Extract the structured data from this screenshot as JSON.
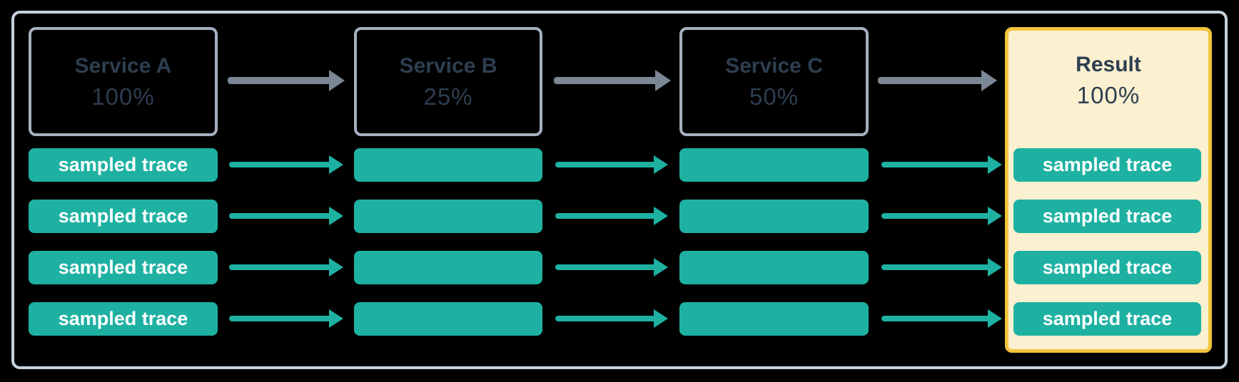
{
  "columns": [
    {
      "title": "Service A",
      "percent": "100%",
      "traces": [
        "sampled trace",
        "sampled trace",
        "sampled trace",
        "sampled trace"
      ]
    },
    {
      "title": "Service B",
      "percent": "25%",
      "traces": [
        "",
        "",
        "",
        ""
      ]
    },
    {
      "title": "Service C",
      "percent": "50%",
      "traces": [
        "",
        "",
        "",
        ""
      ]
    },
    {
      "title": "Result",
      "percent": "100%",
      "traces": [
        "sampled trace",
        "sampled trace",
        "sampled trace",
        "sampled trace"
      ]
    }
  ],
  "colors": {
    "background": "#000000",
    "frame_border": "#c7d2de",
    "service_box_border": "#a4b0bf",
    "service_text": "#2d3e50",
    "flow_arrow_gray": "#7b8794",
    "trace_teal": "#1eb1a2",
    "trace_text": "#ffffff",
    "result_background": "#fbf0d0",
    "result_border": "#f2c53d"
  }
}
